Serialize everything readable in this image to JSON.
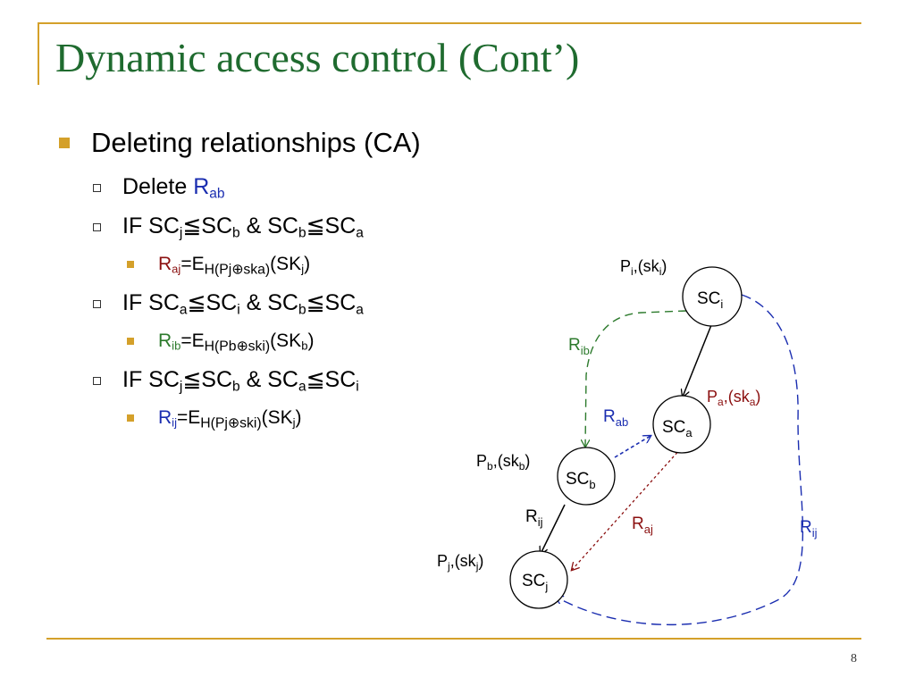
{
  "title": "Dynamic access control (Cont’)",
  "page_number": "8",
  "bullets": {
    "main": "Deleting  relationships (CA)",
    "delete_label": "Delete ",
    "delete_R": "R",
    "delete_R_sub": "ab",
    "if1": {
      "if": "IF ",
      "a": "SC",
      "a_sub": "j",
      "op1": "≦SC",
      "b_sub": "b",
      "amp": " & SC",
      "c_sub": "b",
      "op2": "≦SC",
      "d_sub": "a"
    },
    "eq1": {
      "R": "R",
      "R_sub": "aj",
      "eq": "=E",
      "E_sub": "H(Pj⊕ska)",
      "tail": "(SK",
      "SK_sub": "j",
      "close": ")"
    },
    "if2": {
      "if": "IF ",
      "a": "SC",
      "a_sub": "a",
      "op1": "≦SC",
      "b_sub": "i",
      "amp": " & SC",
      "c_sub": "b",
      "op2": "≦SC",
      "d_sub": "a"
    },
    "eq2": {
      "R": "R",
      "R_sub": "ib",
      "eq": "=E",
      "E_sub": "H(Pb⊕ski)",
      "tail": "(SK",
      "SK_sub": "b",
      "close": ")"
    },
    "if3": {
      "if": "IF ",
      "a": "SC",
      "a_sub": "j",
      "op1": "≦SC",
      "b_sub": "b",
      "amp": " & SC",
      "c_sub": "a",
      "op2": "≦SC",
      "d_sub": "i"
    },
    "eq3": {
      "R": "R",
      "R_sub": "ij",
      "eq": "=E",
      "E_sub": "H(Pj⊕ski)",
      "tail": "(SK",
      "SK_sub": "j",
      "close": ")"
    }
  },
  "diagram": {
    "nodes": [
      {
        "id": "SCi",
        "label": "SC",
        "sub": "i",
        "key_label": "P",
        "key_sub": "i",
        "key_mid": ",(sk",
        "key_sub2": "i",
        "key_close": ")"
      },
      {
        "id": "SCa",
        "label": "SC",
        "sub": "a",
        "key_label": "P",
        "key_sub": "a",
        "key_mid": ",(sk",
        "key_sub2": "a",
        "key_close": ")"
      },
      {
        "id": "SCb",
        "label": "SC",
        "sub": "b",
        "key_label": "P",
        "key_sub": "b",
        "key_mid": ",(sk",
        "key_sub2": "b",
        "key_close": ")"
      },
      {
        "id": "SCj",
        "label": "SC",
        "sub": "j",
        "key_label": "P",
        "key_sub": "j",
        "key_mid": ",(sk",
        "key_sub2": "j",
        "key_close": ")"
      }
    ],
    "edges": [
      {
        "label": "R",
        "sub": "ib",
        "color": "#2c7a2c"
      },
      {
        "label": "R",
        "sub": "ab",
        "color": "#1a2db0"
      },
      {
        "label": "R",
        "sub": "ij",
        "color": "#000000"
      },
      {
        "label": "R",
        "sub": "aj",
        "color": "#8b1010"
      },
      {
        "label": "R",
        "sub": "ij",
        "color": "#1a2db0"
      }
    ]
  },
  "colors": {
    "accent": "#d4a02a",
    "title": "#1f6b2f",
    "blue": "#1a2db0",
    "green": "#2c7a2c",
    "red": "#8b1010"
  }
}
